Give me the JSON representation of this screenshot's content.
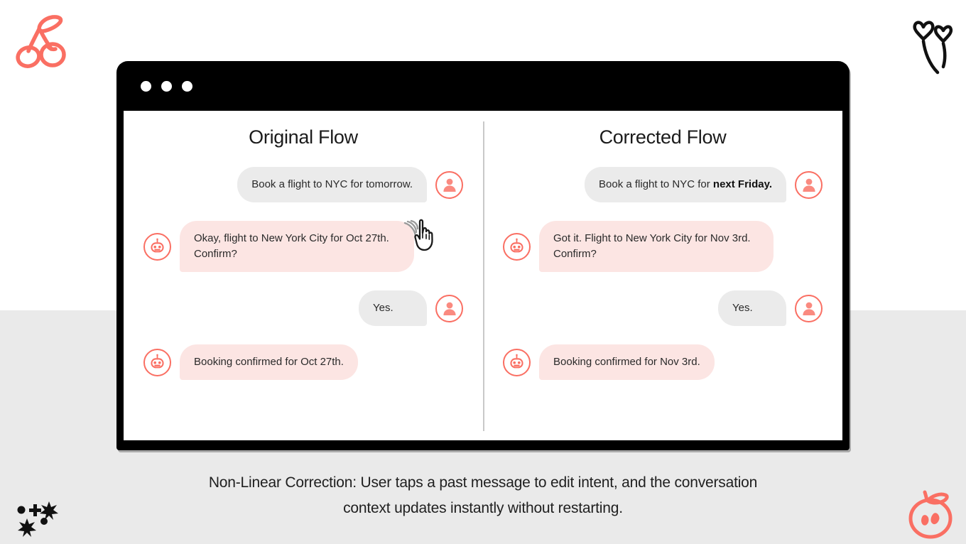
{
  "theme": {
    "accent": "#fa6f63",
    "page_bg_top": "#ffffff",
    "page_bg_bottom": "#eaeaea",
    "user_bubble_bg": "#ebebeb",
    "bot_bubble_bg": "#fce5e3",
    "window_chrome": "#000000",
    "divider": "#c9c9c9",
    "text": "#2a2a2a"
  },
  "window": {
    "dots": [
      "window-dot-1",
      "window-dot-2",
      "window-dot-3"
    ]
  },
  "panes": {
    "left": {
      "title": "Original Flow",
      "messages": [
        {
          "sender": "user",
          "text": "Book a flight to NYC for tomorrow.",
          "bold": "",
          "avatar": "user-avatar-icon"
        },
        {
          "sender": "bot",
          "text": "Okay, flight to New York City for Oct 27th. Confirm?",
          "avatar": "bot-avatar-icon"
        },
        {
          "sender": "user",
          "text": "Yes.",
          "avatar": "user-avatar-icon"
        },
        {
          "sender": "bot",
          "text": "Booking confirmed for Oct 27th.",
          "avatar": "bot-avatar-icon"
        }
      ]
    },
    "right": {
      "title": "Corrected Flow",
      "messages": [
        {
          "sender": "user",
          "text": "Book a flight to NYC for ",
          "bold": "next Friday.",
          "avatar": "user-avatar-icon"
        },
        {
          "sender": "bot",
          "text": "Got it. Flight to New York City for Nov 3rd. Confirm?",
          "avatar": "bot-avatar-icon"
        },
        {
          "sender": "user",
          "text": "Yes.",
          "avatar": "user-avatar-icon"
        },
        {
          "sender": "bot",
          "text": "Booking confirmed for Nov 3rd.",
          "avatar": "bot-avatar-icon"
        }
      ]
    }
  },
  "cursor": {
    "name": "tap-hand-cursor-icon"
  },
  "caption": {
    "line1": "Non-Linear Correction: User taps a past message to edit intent, and the conversation",
    "line2": "context updates instantly without restarting."
  },
  "decorations": {
    "top_left": "cherry-doodle-icon",
    "top_right": "heart-balloons-doodle-icon",
    "bottom_left": "sparkles-doodle-icon",
    "bottom_right": "orange-fruit-doodle-icon"
  }
}
